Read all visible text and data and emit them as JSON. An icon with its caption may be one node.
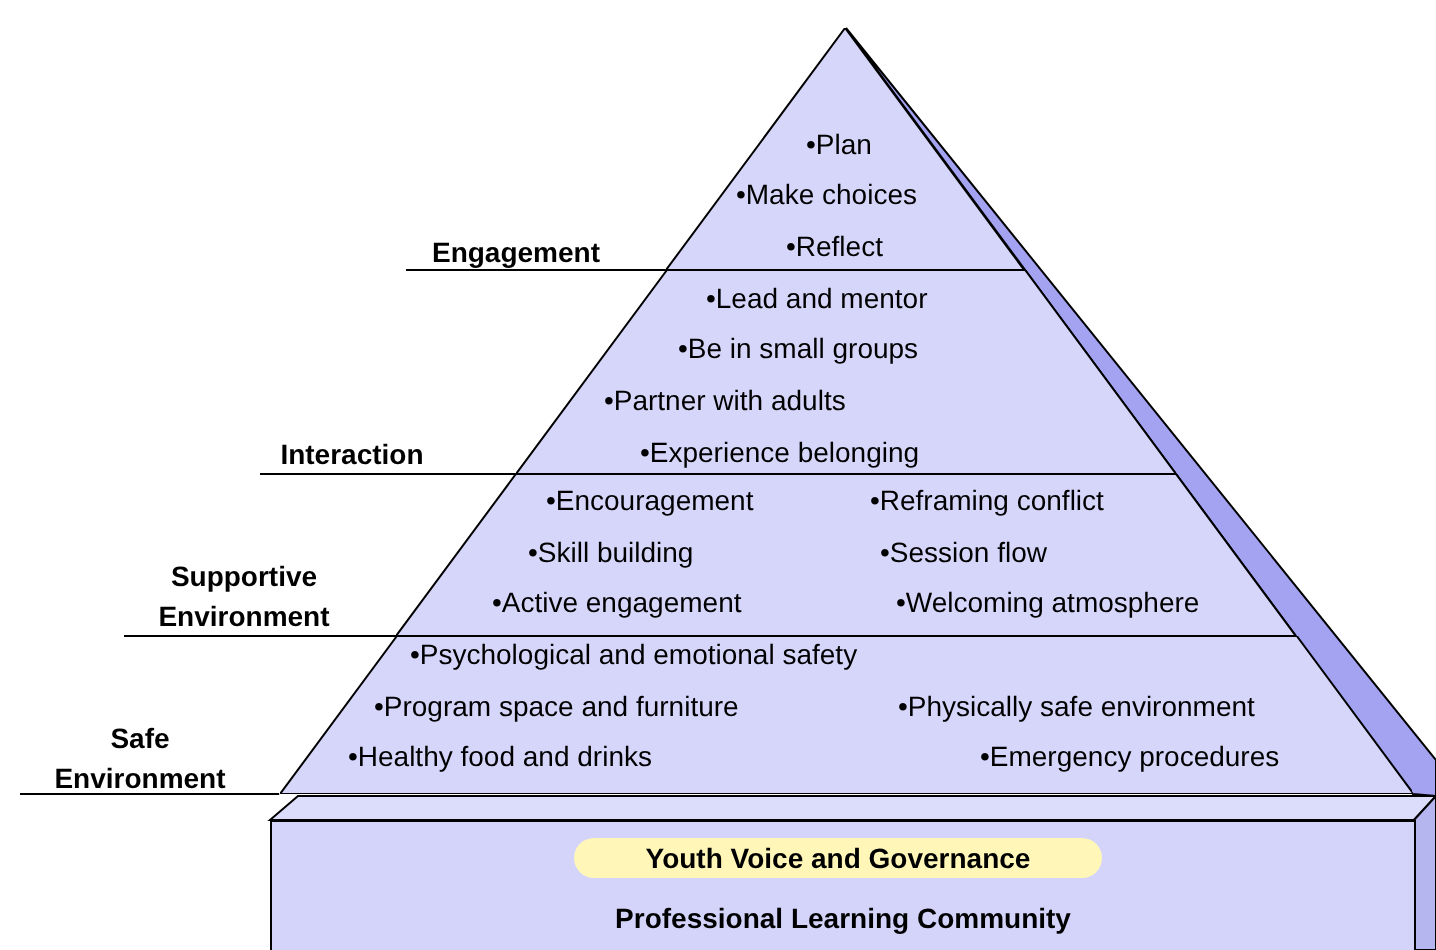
{
  "diagram": {
    "nodes": [
      {
        "text": [
          "•Plan",
          "•Make choices",
          "•Reflect"
        ]
      },
      {
        "text": [
          "•Lead and mentor",
          "•Be in small groups",
          "•Partner with adults",
          "•Experience belonging"
        ]
      },
      {
        "text": [
          "•Encouragement",
          "•Reframing conflict",
          "•Skill building",
          "•Session flow",
          "•Active engagement",
          "•Welcoming atmosphere"
        ]
      },
      {
        "text": [
          "•Psychological and emotional safety",
          "•Program space and furniture",
          "•Physically safe environment",
          "•Healthy food and drinks",
          "•Emergency procedures"
        ]
      },
      {
        "text": [
          "Professional Learning Community"
        ]
      },
      {
        "text": [
          "Youth Voice and Governance"
        ],
        "in": 4
      }
    ],
    "labels": [
      "Engagement",
      "Interaction",
      "Supportive Environment",
      "Safe Environment"
    ]
  }
}
